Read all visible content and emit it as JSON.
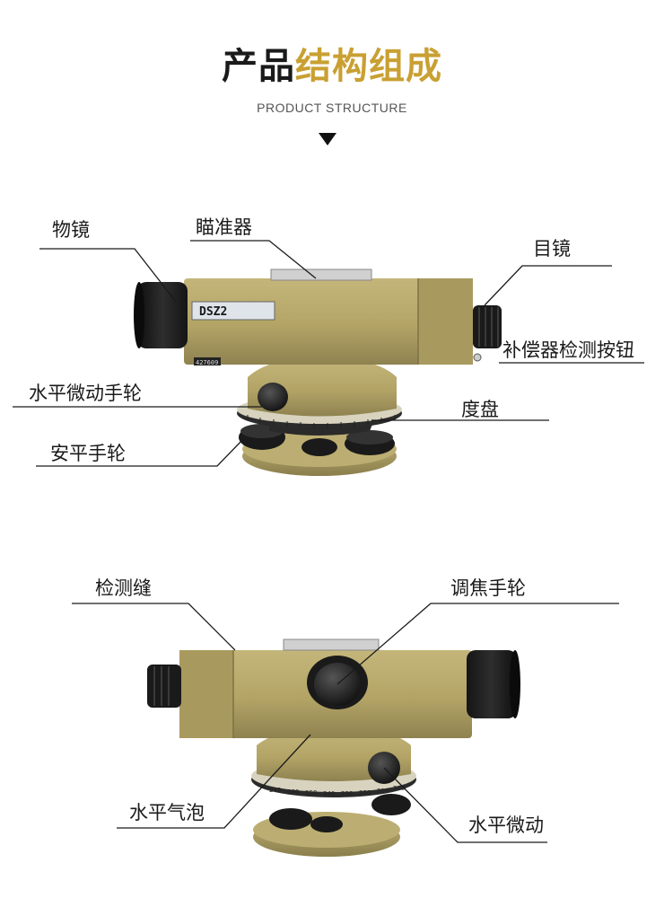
{
  "header": {
    "title_part1": "产品",
    "title_part2": "结构组成",
    "subtitle": "PRODUCT STRUCTURE"
  },
  "diagram_top": {
    "model_plate": "DSZ2",
    "serial_plate": "427609",
    "labels": {
      "objective": "物镜",
      "sight": "瞄准器",
      "eyepiece": "目镜",
      "compensator_button": "补偿器检测按钮",
      "horizontal_fine_wheel": "水平微动手轮",
      "dial": "度盘",
      "leveling_wheel": "安平手轮"
    }
  },
  "diagram_bottom": {
    "dial_numbers": [
      "270",
      "260",
      "250",
      "240",
      "230",
      "220",
      "210",
      "200"
    ],
    "labels": {
      "inspection_slot": "检测缝",
      "focus_wheel": "调焦手轮",
      "level_bubble": "水平气泡",
      "horizontal_fine": "水平微动"
    }
  },
  "colors": {
    "accent": "#c9a032",
    "body": "#b7a86a",
    "body_shadow": "#8c804c",
    "dark": "#1c1c1c"
  }
}
